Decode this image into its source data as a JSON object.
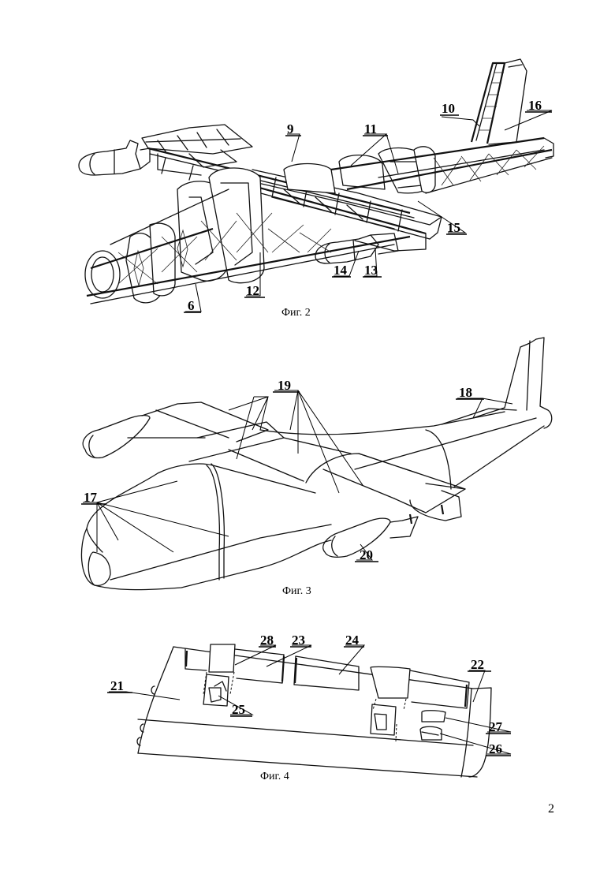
{
  "document": {
    "type": "patent-drawing-sheet",
    "page_number": "2"
  },
  "figures": [
    {
      "id": "fig2",
      "caption": "Фиг. 2",
      "subject": "aircraft airframe wireframe (truss structure)",
      "labels": [
        "9",
        "11",
        "10",
        "16",
        "15",
        "14",
        "13",
        "12",
        "6"
      ]
    },
    {
      "id": "fig3",
      "caption": "Фиг. 3",
      "subject": "aircraft external skin view",
      "labels": [
        "19",
        "18",
        "17",
        "20"
      ]
    },
    {
      "id": "fig4",
      "caption": "Фиг. 4",
      "subject": "wing section with panels and mechanisms",
      "labels": [
        "28",
        "23",
        "24",
        "22",
        "21",
        "25",
        "27",
        "26"
      ]
    }
  ],
  "fig2": {
    "caption": "Фиг. 2",
    "l9": "9",
    "l11": "11",
    "l10": "10",
    "l16": "16",
    "l15": "15",
    "l14": "14",
    "l13": "13",
    "l12": "12",
    "l6": "6"
  },
  "fig3": {
    "caption": "Фиг. 3",
    "l19": "19",
    "l18": "18",
    "l17": "17",
    "l20": "20"
  },
  "fig4": {
    "caption": "Фиг. 4",
    "l28": "28",
    "l23": "23",
    "l24": "24",
    "l22": "22",
    "l21": "21",
    "l25": "25",
    "l27": "27",
    "l26": "26"
  }
}
